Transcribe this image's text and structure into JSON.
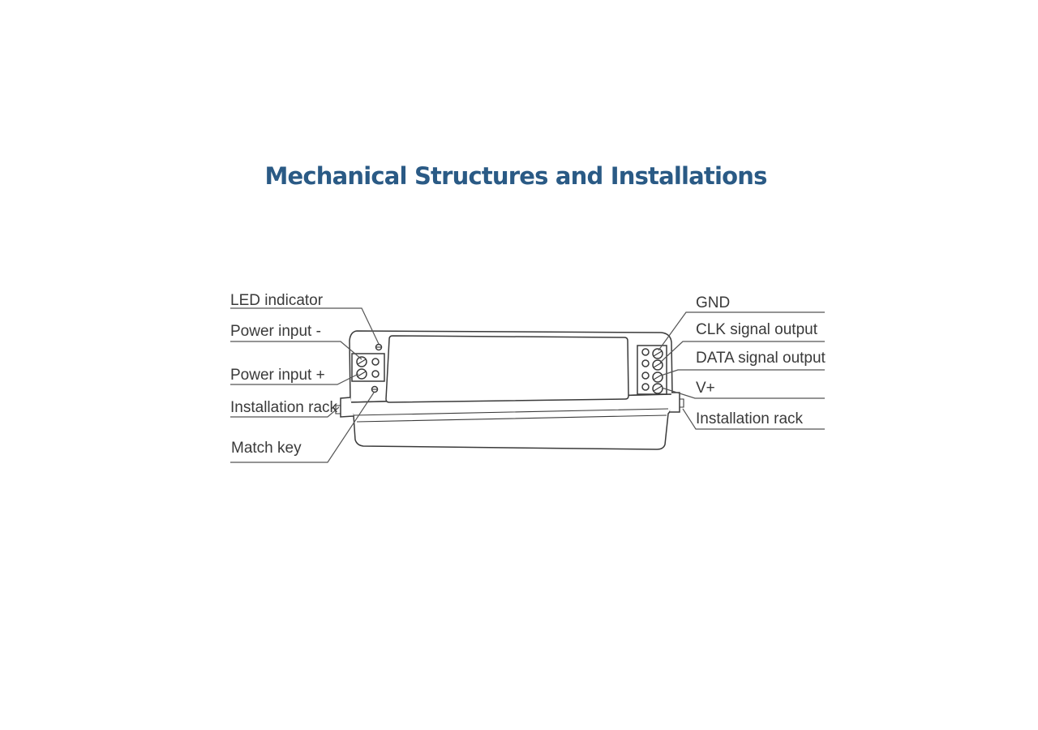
{
  "page": {
    "title": "Mechanical Structures and Installations"
  },
  "diagram": {
    "left_labels": {
      "led_indicator": "LED indicator",
      "power_input_minus": "Power input -",
      "power_input_plus": "Power input +",
      "installation_rack_left": "Installation rack",
      "match_key": "Match key"
    },
    "right_labels": {
      "gnd": "GND",
      "clk_signal_output": "CLK signal output",
      "data_signal_output": "DATA signal output",
      "v_plus": "V+",
      "installation_rack_right": "Installation rack"
    }
  },
  "colors": {
    "title": "#2a5a85",
    "line_art": "#3a3a3a",
    "background": "#ffffff"
  }
}
